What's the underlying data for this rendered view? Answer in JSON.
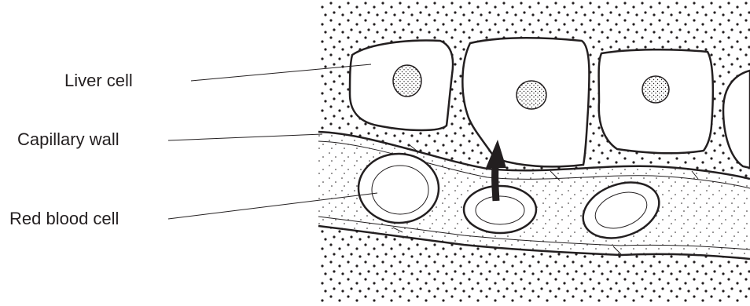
{
  "labels": {
    "liver_cell": "Liver cell",
    "capillary_wall": "Capillary wall",
    "red_blood_cell": "Red blood cell"
  },
  "colors": {
    "ink": "#231f20",
    "background": "#ffffff"
  }
}
